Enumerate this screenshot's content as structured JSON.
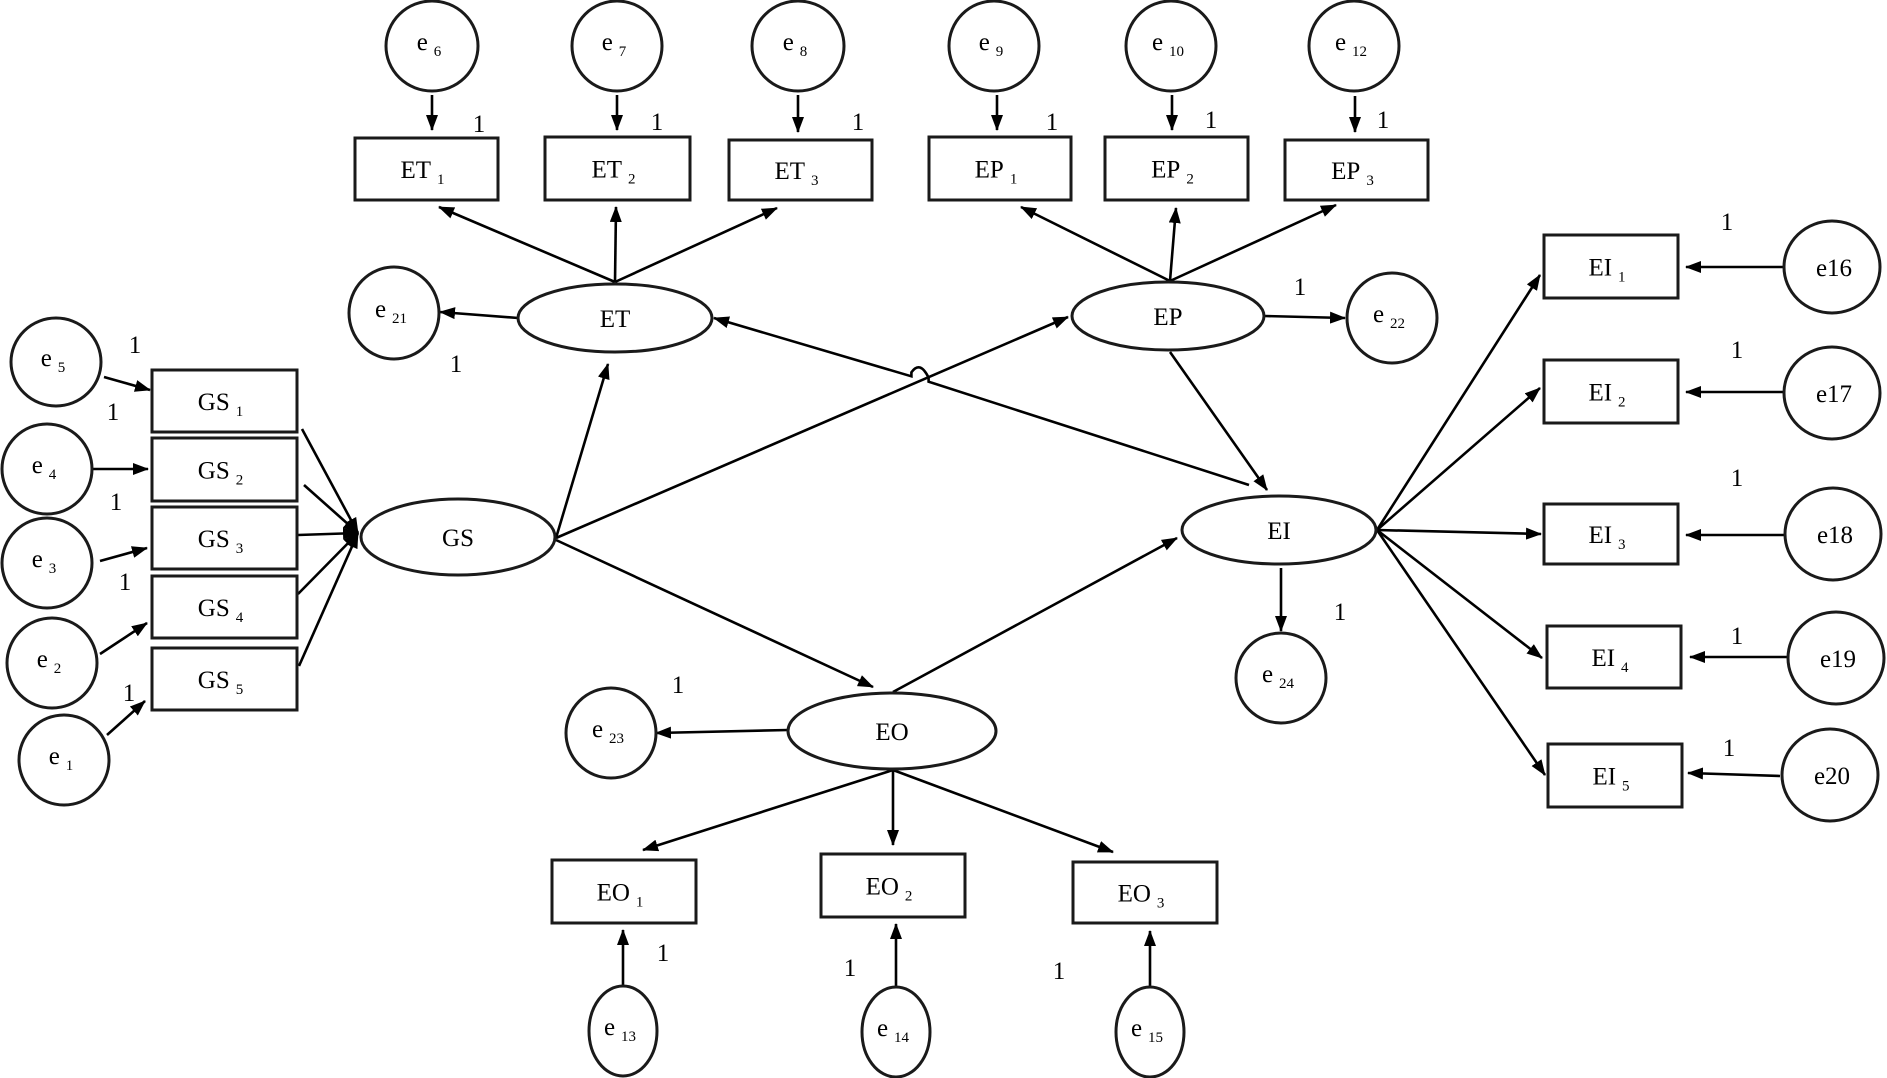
{
  "diagram": {
    "type": "structural-equation-model",
    "colors": {
      "stroke": "#1a1a1a",
      "background": "#ffffff",
      "text": "#000000"
    },
    "latent_variables": [
      {
        "id": "GS",
        "label": "GS"
      },
      {
        "id": "ET",
        "label": "ET"
      },
      {
        "id": "EP",
        "label": "EP"
      },
      {
        "id": "EI",
        "label": "EI"
      },
      {
        "id": "EO",
        "label": "EO"
      }
    ],
    "observed_variables": [
      {
        "id": "GS1",
        "label": "GS",
        "sub": "1"
      },
      {
        "id": "GS2",
        "label": "GS",
        "sub": "2"
      },
      {
        "id": "GS3",
        "label": "GS",
        "sub": "3"
      },
      {
        "id": "GS4",
        "label": "GS",
        "sub": "4"
      },
      {
        "id": "GS5",
        "label": "GS",
        "sub": "5"
      },
      {
        "id": "ET1",
        "label": "ET",
        "sub": "1"
      },
      {
        "id": "ET2",
        "label": "ET",
        "sub": "2"
      },
      {
        "id": "ET3",
        "label": "ET",
        "sub": "3"
      },
      {
        "id": "EP1",
        "label": "EP",
        "sub": "1"
      },
      {
        "id": "EP2",
        "label": "EP",
        "sub": "2"
      },
      {
        "id": "EP3",
        "label": "EP",
        "sub": "3"
      },
      {
        "id": "EI1",
        "label": "EI",
        "sub": "1"
      },
      {
        "id": "EI2",
        "label": "EI",
        "sub": "2"
      },
      {
        "id": "EI3",
        "label": "EI",
        "sub": "3"
      },
      {
        "id": "EI4",
        "label": "EI",
        "sub": "4"
      },
      {
        "id": "EI5",
        "label": "EI",
        "sub": "5"
      },
      {
        "id": "EO1",
        "label": "EO",
        "sub": "1"
      },
      {
        "id": "EO2",
        "label": "EO",
        "sub": "2"
      },
      {
        "id": "EO3",
        "label": "EO",
        "sub": "3"
      }
    ],
    "error_terms": [
      {
        "id": "e1",
        "label": "e",
        "sub": "1"
      },
      {
        "id": "e2",
        "label": "e",
        "sub": "2"
      },
      {
        "id": "e3",
        "label": "e",
        "sub": "3"
      },
      {
        "id": "e4",
        "label": "e",
        "sub": "4"
      },
      {
        "id": "e5",
        "label": "e",
        "sub": "5"
      },
      {
        "id": "e6",
        "label": "e",
        "sub": "6"
      },
      {
        "id": "e7",
        "label": "e",
        "sub": "7"
      },
      {
        "id": "e8",
        "label": "e",
        "sub": "8"
      },
      {
        "id": "e9",
        "label": "e",
        "sub": "9"
      },
      {
        "id": "e10",
        "label": "e",
        "sub": "10"
      },
      {
        "id": "e12",
        "label": "e",
        "sub": "12"
      },
      {
        "id": "e13",
        "label": "e",
        "sub": "13"
      },
      {
        "id": "e14",
        "label": "e",
        "sub": "14"
      },
      {
        "id": "e15",
        "label": "e",
        "sub": "15"
      },
      {
        "id": "e16",
        "label": "e16",
        "sub": ""
      },
      {
        "id": "e17",
        "label": "e17",
        "sub": ""
      },
      {
        "id": "e18",
        "label": "e18",
        "sub": ""
      },
      {
        "id": "e19",
        "label": "e19",
        "sub": ""
      },
      {
        "id": "e20",
        "label": "e20",
        "sub": ""
      },
      {
        "id": "e21",
        "label": "e",
        "sub": "21"
      },
      {
        "id": "e22",
        "label": "e",
        "sub": "22"
      },
      {
        "id": "e23",
        "label": "e",
        "sub": "23"
      },
      {
        "id": "e24",
        "label": "e",
        "sub": "24"
      }
    ],
    "edges": [
      {
        "from": "e5",
        "to": "GS1"
      },
      {
        "from": "e4",
        "to": "GS2"
      },
      {
        "from": "e3",
        "to": "GS3"
      },
      {
        "from": "e2",
        "to": "GS4"
      },
      {
        "from": "e1",
        "to": "GS5"
      },
      {
        "from": "GS1",
        "to": "GS"
      },
      {
        "from": "GS2",
        "to": "GS"
      },
      {
        "from": "GS3",
        "to": "GS"
      },
      {
        "from": "GS4",
        "to": "GS"
      },
      {
        "from": "GS5",
        "to": "GS"
      },
      {
        "from": "GS",
        "to": "ET"
      },
      {
        "from": "GS",
        "to": "EP"
      },
      {
        "from": "GS",
        "to": "EO"
      },
      {
        "from": "EP",
        "to": "EI"
      },
      {
        "from": "EO",
        "to": "EI"
      },
      {
        "from": "EI",
        "to": "ET"
      },
      {
        "from": "ET",
        "to": "ET1"
      },
      {
        "from": "ET",
        "to": "ET2"
      },
      {
        "from": "ET",
        "to": "ET3"
      },
      {
        "from": "EP",
        "to": "EP1"
      },
      {
        "from": "EP",
        "to": "EP2"
      },
      {
        "from": "EP",
        "to": "EP3"
      },
      {
        "from": "EO",
        "to": "EO1"
      },
      {
        "from": "EO",
        "to": "EO2"
      },
      {
        "from": "EO",
        "to": "EO3"
      },
      {
        "from": "EI",
        "to": "EI1"
      },
      {
        "from": "EI",
        "to": "EI2"
      },
      {
        "from": "EI",
        "to": "EI3"
      },
      {
        "from": "EI",
        "to": "EI4"
      },
      {
        "from": "EI",
        "to": "EI5"
      },
      {
        "from": "e6",
        "to": "ET1"
      },
      {
        "from": "e7",
        "to": "ET2"
      },
      {
        "from": "e8",
        "to": "ET3"
      },
      {
        "from": "e9",
        "to": "EP1"
      },
      {
        "from": "e10",
        "to": "EP2"
      },
      {
        "from": "e12",
        "to": "EP3"
      },
      {
        "from": "e13",
        "to": "EO1"
      },
      {
        "from": "e14",
        "to": "EO2"
      },
      {
        "from": "e15",
        "to": "EO3"
      },
      {
        "from": "e16",
        "to": "EI1"
      },
      {
        "from": "e17",
        "to": "EI2"
      },
      {
        "from": "e18",
        "to": "EI3"
      },
      {
        "from": "e19",
        "to": "EI4"
      },
      {
        "from": "e20",
        "to": "EI5"
      },
      {
        "from": "ET",
        "to": "e21"
      },
      {
        "from": "EP",
        "to": "e22"
      },
      {
        "from": "EO",
        "to": "e23"
      },
      {
        "from": "EI",
        "to": "e24"
      }
    ],
    "path_labels": [
      {
        "for": "e5-GS1",
        "text": "1"
      },
      {
        "for": "e4-GS2",
        "text": "1"
      },
      {
        "for": "e3-GS3",
        "text": "1"
      },
      {
        "for": "e2-GS4",
        "text": "1"
      },
      {
        "for": "e1-GS5",
        "text": "1"
      },
      {
        "for": "e6-ET1",
        "text": "1"
      },
      {
        "for": "e7-ET2",
        "text": "1"
      },
      {
        "for": "e8-ET3",
        "text": "1"
      },
      {
        "for": "e9-EP1",
        "text": "1"
      },
      {
        "for": "e10-EP2",
        "text": "1"
      },
      {
        "for": "e12-EP3",
        "text": "1"
      },
      {
        "for": "ET-e21",
        "text": "1"
      },
      {
        "for": "EP-e22",
        "text": "1"
      },
      {
        "for": "e16-EI1",
        "text": "1"
      },
      {
        "for": "e17-EI2",
        "text": "1"
      },
      {
        "for": "e18-EI3",
        "text": "1"
      },
      {
        "for": "e19-EI4",
        "text": "1"
      },
      {
        "for": "e20-EI5",
        "text": "1"
      },
      {
        "for": "EI-e24",
        "text": "1"
      },
      {
        "for": "EO-e23",
        "text": "1"
      },
      {
        "for": "e13-EO1",
        "text": "1"
      },
      {
        "for": "e14-EO2",
        "text": "1"
      },
      {
        "for": "e15-EO3",
        "text": "1"
      }
    ]
  }
}
